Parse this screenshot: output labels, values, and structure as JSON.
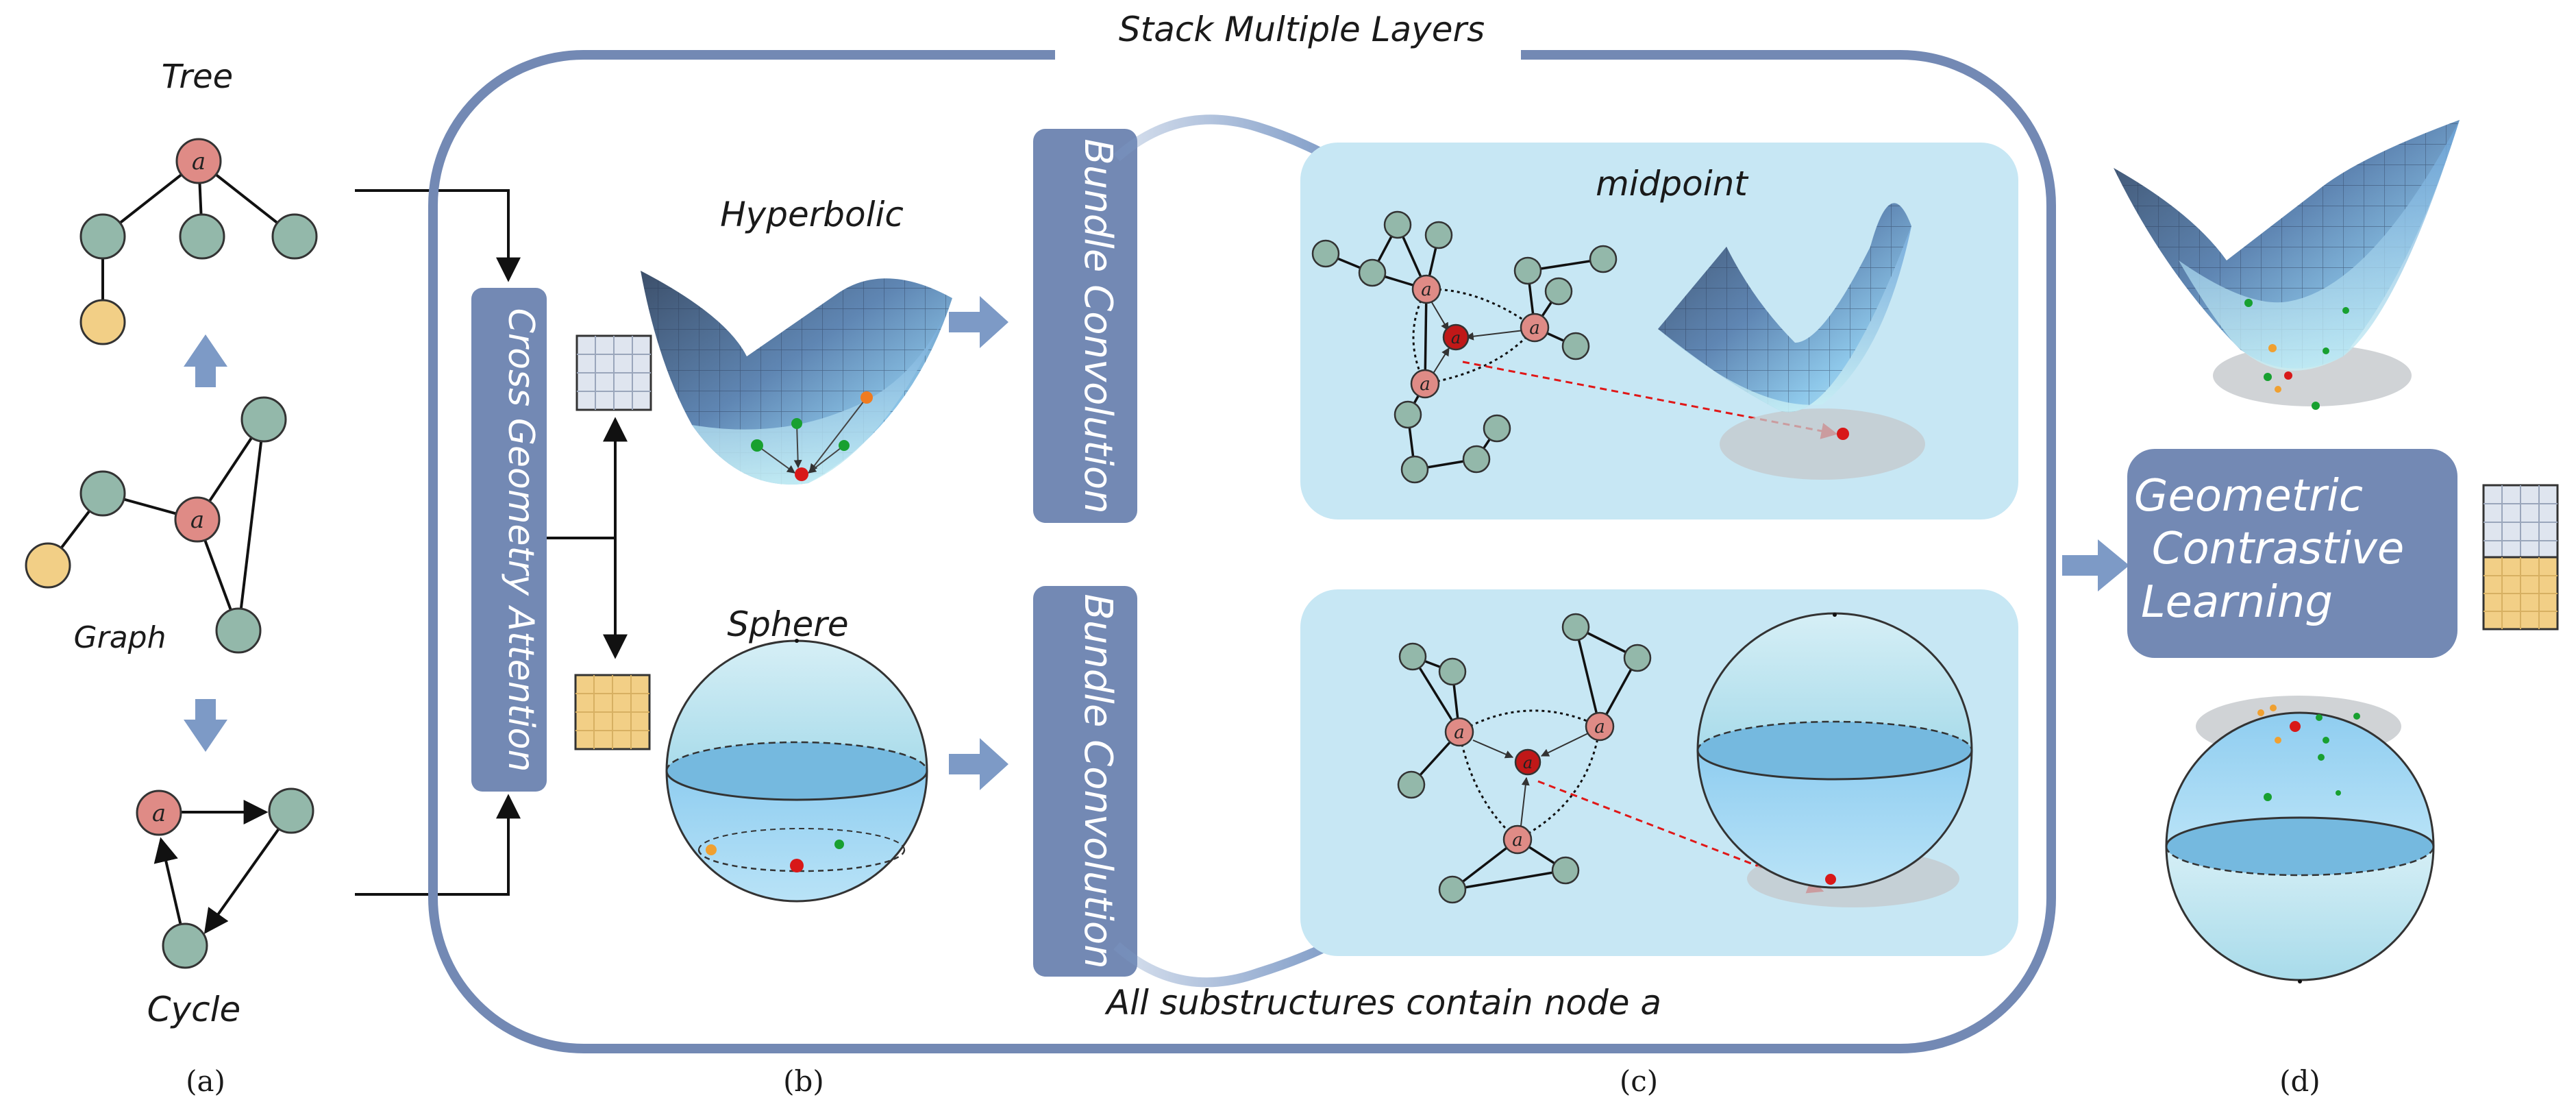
{
  "labels": {
    "stack": "Stack Multiple Layers",
    "tree": "Tree",
    "graph": "Graph",
    "cycle": "Cycle",
    "hyperbolic": "Hyperbolic",
    "sphere": "Sphere",
    "midpoint": "midpoint",
    "attention": "Cross Geometry Attention",
    "bundle_top": "Bundle Convolution",
    "bundle_bottom": "Bundle Convolution",
    "substructures": "All substructures contain node a",
    "gcl_line1": "Geometric",
    "gcl_line2": "Contrastive",
    "gcl_line3": "Learning",
    "node_a": "a",
    "panel_a": "(a)",
    "panel_b": "(b)",
    "panel_c": "(c)",
    "panel_d": "(d)"
  },
  "colors": {
    "frame": "#7389b4",
    "box": "#7389b4",
    "panel": "#c7e7f4",
    "node_green": "#93b8aa",
    "node_red": "#df8b86",
    "node_yellow": "#f2cf86",
    "node_dark_red": "#c01818",
    "arrow_blue": "#7d9ac6"
  }
}
